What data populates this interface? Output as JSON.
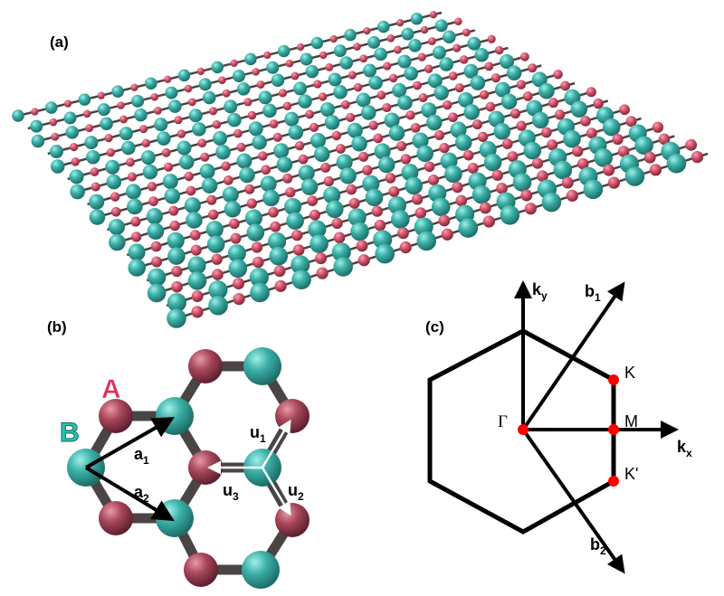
{
  "panels": {
    "a": {
      "label": "(a)"
    },
    "b": {
      "label": "(b)",
      "sublattice_a": "A",
      "sublattice_b": "B",
      "vectors": {
        "a1": "a",
        "a1_sub": "1",
        "a2": "a",
        "a2_sub": "2",
        "u1": "u",
        "u1_sub": "1",
        "u2": "u",
        "u2_sub": "2",
        "u3": "u",
        "u3_sub": "3"
      }
    },
    "c": {
      "label": "(c)",
      "gamma": "Γ",
      "K": "K",
      "M": "M",
      "Kp": "K'",
      "kx": "k",
      "kx_sub": "x",
      "ky": "k",
      "ky_sub": "y",
      "b1": "b",
      "b1_sub": "1",
      "b2": "b",
      "b2_sub": "2"
    }
  },
  "colors": {
    "atom_a": "#a8485a",
    "atom_b": "#3aa8a0",
    "bond": "#4a4444",
    "label_a": "#e0305a",
    "label_b": "#30c0b0",
    "points": "#ff0000"
  }
}
